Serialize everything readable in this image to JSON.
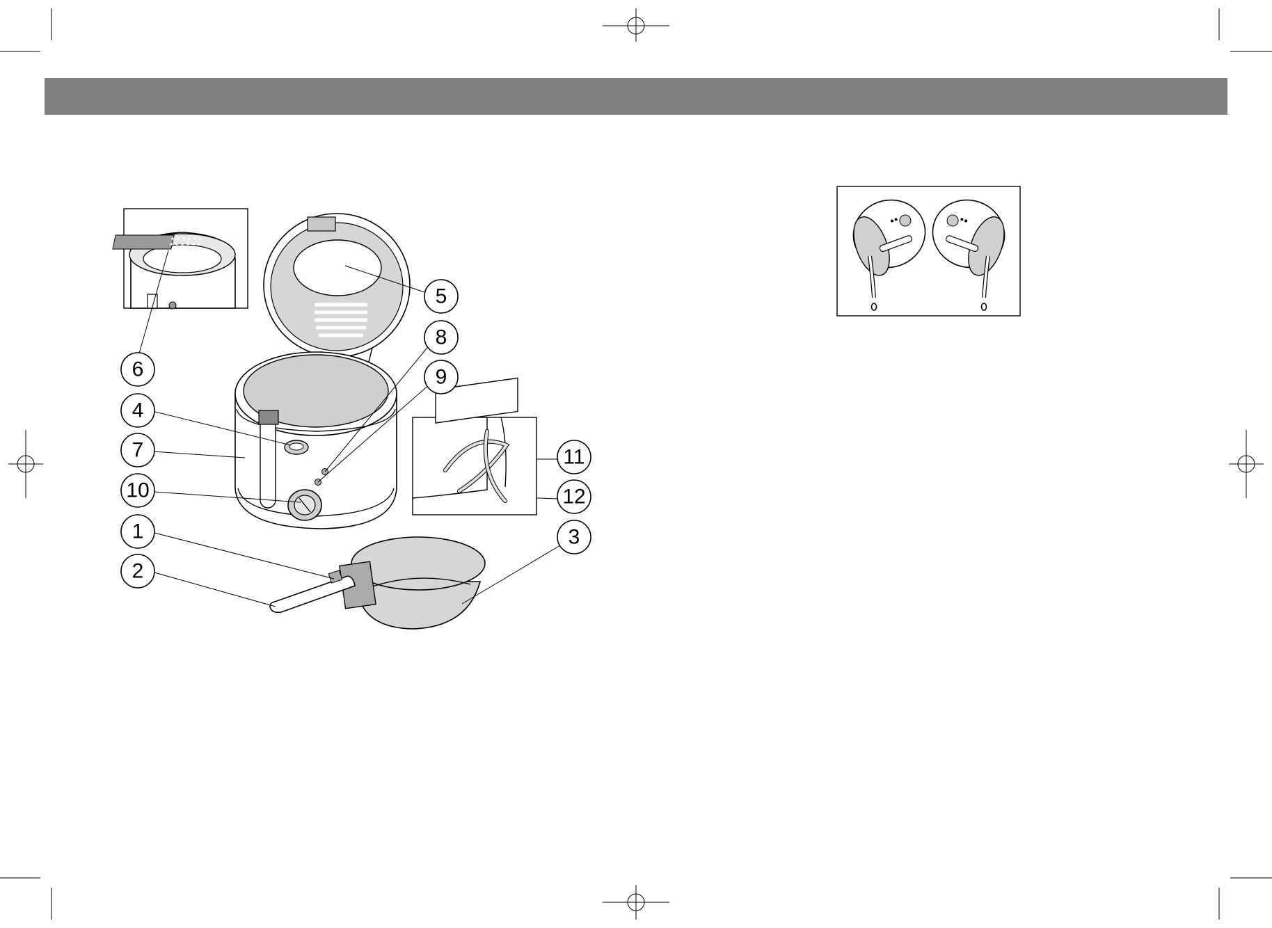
{
  "page": {
    "header_color": "#808080"
  },
  "diagram": {
    "callouts": [
      {
        "id": "1",
        "label": "1"
      },
      {
        "id": "2",
        "label": "2"
      },
      {
        "id": "3",
        "label": "3"
      },
      {
        "id": "4",
        "label": "4"
      },
      {
        "id": "5",
        "label": "5"
      },
      {
        "id": "6",
        "label": "6"
      },
      {
        "id": "7",
        "label": "7"
      },
      {
        "id": "8",
        "label": "8"
      },
      {
        "id": "9",
        "label": "9"
      },
      {
        "id": "10",
        "label": "10"
      },
      {
        "id": "11",
        "label": "11"
      },
      {
        "id": "12",
        "label": "12"
      }
    ],
    "illustrations": [
      "deep-fryer-illustration",
      "lid-filter-detail",
      "cord-storage-detail",
      "oil-draining-illustration"
    ]
  }
}
